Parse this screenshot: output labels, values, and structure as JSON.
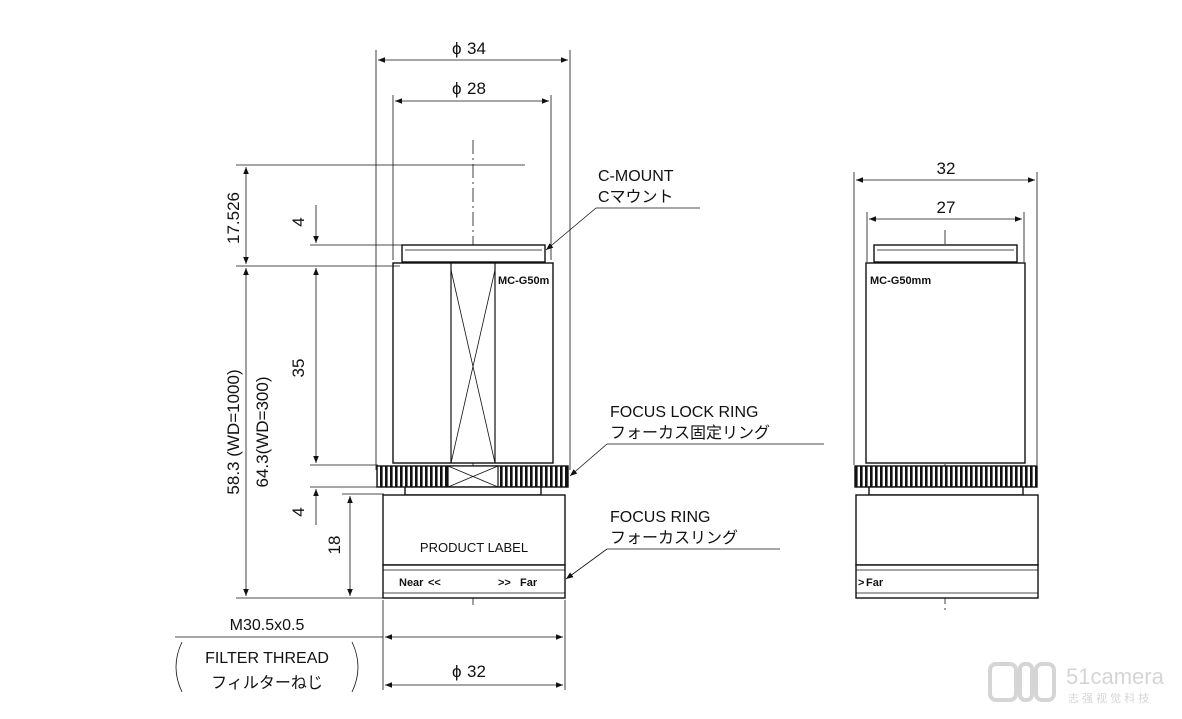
{
  "dimensions": {
    "outer_diameter": "34",
    "inner_diameter": "28",
    "side_width_outer": "32",
    "side_width_inner": "27",
    "dim_17526": "17.526",
    "dim_4_top": "4",
    "dim_35": "35",
    "dim_4_bottom": "4",
    "dim_18": "18",
    "dim_58": "58.3 (WD=1000)",
    "dim_64": "64.3(WD=300)",
    "bottom_diameter": "32",
    "phi_symbol": "ϕ"
  },
  "labels": {
    "cmount_en": "C-MOUNT",
    "cmount_jp": "Cマウント",
    "focus_lock_en": "FOCUS LOCK RING",
    "focus_lock_jp": "フォーカス固定リング",
    "focus_en": "FOCUS RING",
    "focus_jp": "フォーカスリング",
    "product_label": "PRODUCT LABEL",
    "filter_thread": "M30.5x0.5",
    "filter_en": "FILTER THREAD",
    "filter_jp": "フィルターねじ",
    "near": "Near",
    "far": "Far",
    "model": "MC-G50mm",
    "model_short": "MC-G50m",
    "watermark_brand": "51camera",
    "watermark_cn": "志 强 视 觉 科 技"
  }
}
